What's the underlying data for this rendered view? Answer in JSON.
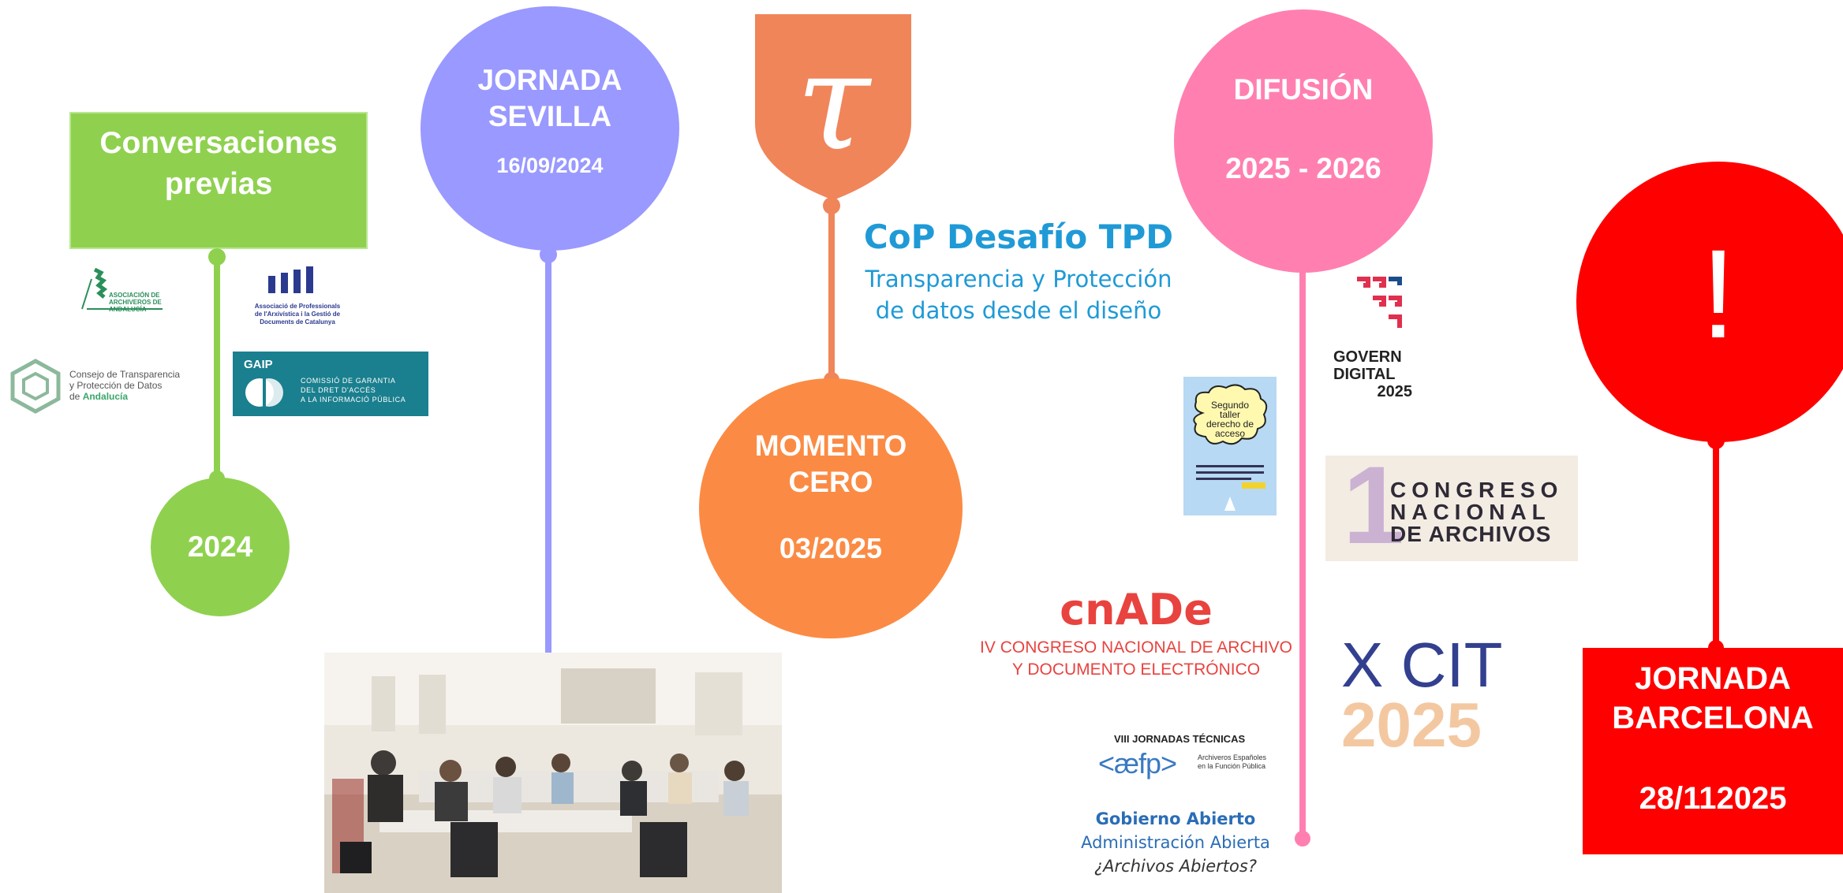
{
  "colors": {
    "green": "#8fd14f",
    "lavender": "#9999ff",
    "orange_shield": "#f0855a",
    "orange_circle": "#fb8b44",
    "pink": "#ff80b0",
    "red": "#ff0000",
    "cop_blue": "#1f9ad6"
  },
  "stage1": {
    "box_line1": "Conversaciones",
    "box_line2": "previas",
    "year": "2024",
    "logos": {
      "aaa_line1": "ASOCIACIÓN DE",
      "aaa_line2": "ARCHIVEROS DE",
      "aaa_line3": "ANDALUCÍA",
      "apac_line1": "Associació de Professionals",
      "apac_line2": "de l'Arxivística i la Gestió de",
      "apac_line3": "Documents de Catalunya",
      "ctpd_line1": "Consejo de Transparencia",
      "ctpd_line2": "y Protección de Datos",
      "ctpd_line3_prefix": "de ",
      "ctpd_line3_highlight": "Andalucía",
      "gaip_name": "GAIP",
      "gaip_line1": "COMISSIÓ DE GARANTIA",
      "gaip_line2": "DEL DRET D'ACCÉS",
      "gaip_line3": "A LA INFORMACIÓ PÚBLICA"
    }
  },
  "stage2": {
    "line1": "JORNADA",
    "line2": "SEVILLA",
    "date": "16/09/2024",
    "photo_icon": "meeting-photo"
  },
  "stage3": {
    "shield_glyph": "τ",
    "cop_title": "CoP Desafío TPD",
    "cop_line1": "Transparencia y Protección",
    "cop_line2": "de datos desde el diseño",
    "circle_line1": "MOMENTO",
    "circle_line2": "CERO",
    "date": "03/2025"
  },
  "stage4": {
    "line1": "DIFUSIÓN",
    "years": "2025 - 2026",
    "govern_line1": "GOVERN",
    "govern_line2": "DIGITAL",
    "govern_line3": "2025",
    "taller_line1": "Segundo",
    "taller_line2": "taller",
    "taller_line3": "derecho de",
    "taller_line4": "acceso",
    "congreso_number": "1",
    "congreso_line1": "CONGRESO",
    "congreso_line2": "NACIONAL",
    "congreso_line3": "DE ARCHIVOS",
    "cnade_logo": "cnADe",
    "cnade_line1": "IV CONGRESO NACIONAL DE ARCHIVO",
    "cnade_line2": "Y DOCUMENTO ELECTRÓNICO",
    "xcit_line1": "X CIT",
    "xcit_line2": "2025",
    "aefp_title": "VIII JORNADAS TÉCNICAS",
    "aefp_logo": "<æfp>",
    "aefp_sub1": "Archiveros Españoles",
    "aefp_sub2": "en la Función Pública",
    "gob_line1": "Gobierno Abierto",
    "gob_line2": "Administración Abierta",
    "gob_line3": "¿Archivos Abiertos?"
  },
  "stage5": {
    "exclamation": "!",
    "line1": "JORNADA",
    "line2": "BARCELONA",
    "date": "28/112025"
  }
}
